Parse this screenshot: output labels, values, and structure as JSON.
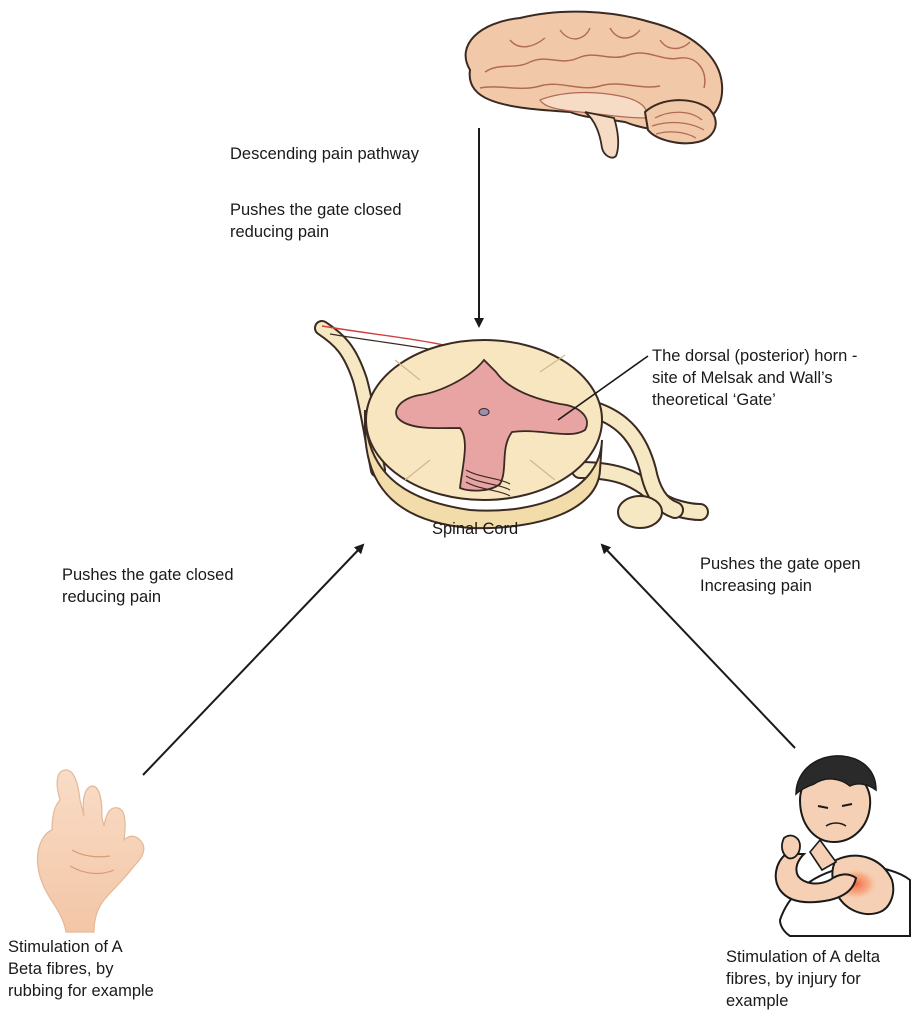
{
  "labels": {
    "descending_pathway": "Descending pain pathway",
    "top_effect_line1": "Pushes the gate closed",
    "top_effect_line2": "reducing pain",
    "dorsal_horn_line1": "The dorsal (posterior) horn -",
    "dorsal_horn_line2": "site of Melsak and Wall’s",
    "dorsal_horn_line3": "theoretical ‘Gate’",
    "spinal_cord": "Spinal Cord",
    "left_effect_line1": "Pushes the gate closed",
    "left_effect_line2": "reducing pain",
    "right_effect_line1": "Pushes the gate open",
    "right_effect_line2": "Increasing pain",
    "beta_line1": "Stimulation of A",
    "beta_line2": "Beta fibres, by",
    "beta_line3": "rubbing for example",
    "delta_line1": "Stimulation of A delta",
    "delta_line2": "fibres, by injury for",
    "delta_line3": "example"
  },
  "icons": {
    "brain": "brain-icon",
    "spinal_cord": "spinal-cord-icon",
    "hand": "hand-icon",
    "person": "person-shoulder-pain-icon"
  },
  "colors": {
    "brain_outer": "#f2c9a8",
    "brain_inner": "#f7dcc5",
    "cord_white_matter": "#f7e6c0",
    "cord_grey_matter": "#e8a3a3",
    "nerve": "#f5e8c2",
    "skin": "#f6d0b4",
    "pain_glow": "#f25a3a",
    "arrow": "#1a1a1a"
  }
}
